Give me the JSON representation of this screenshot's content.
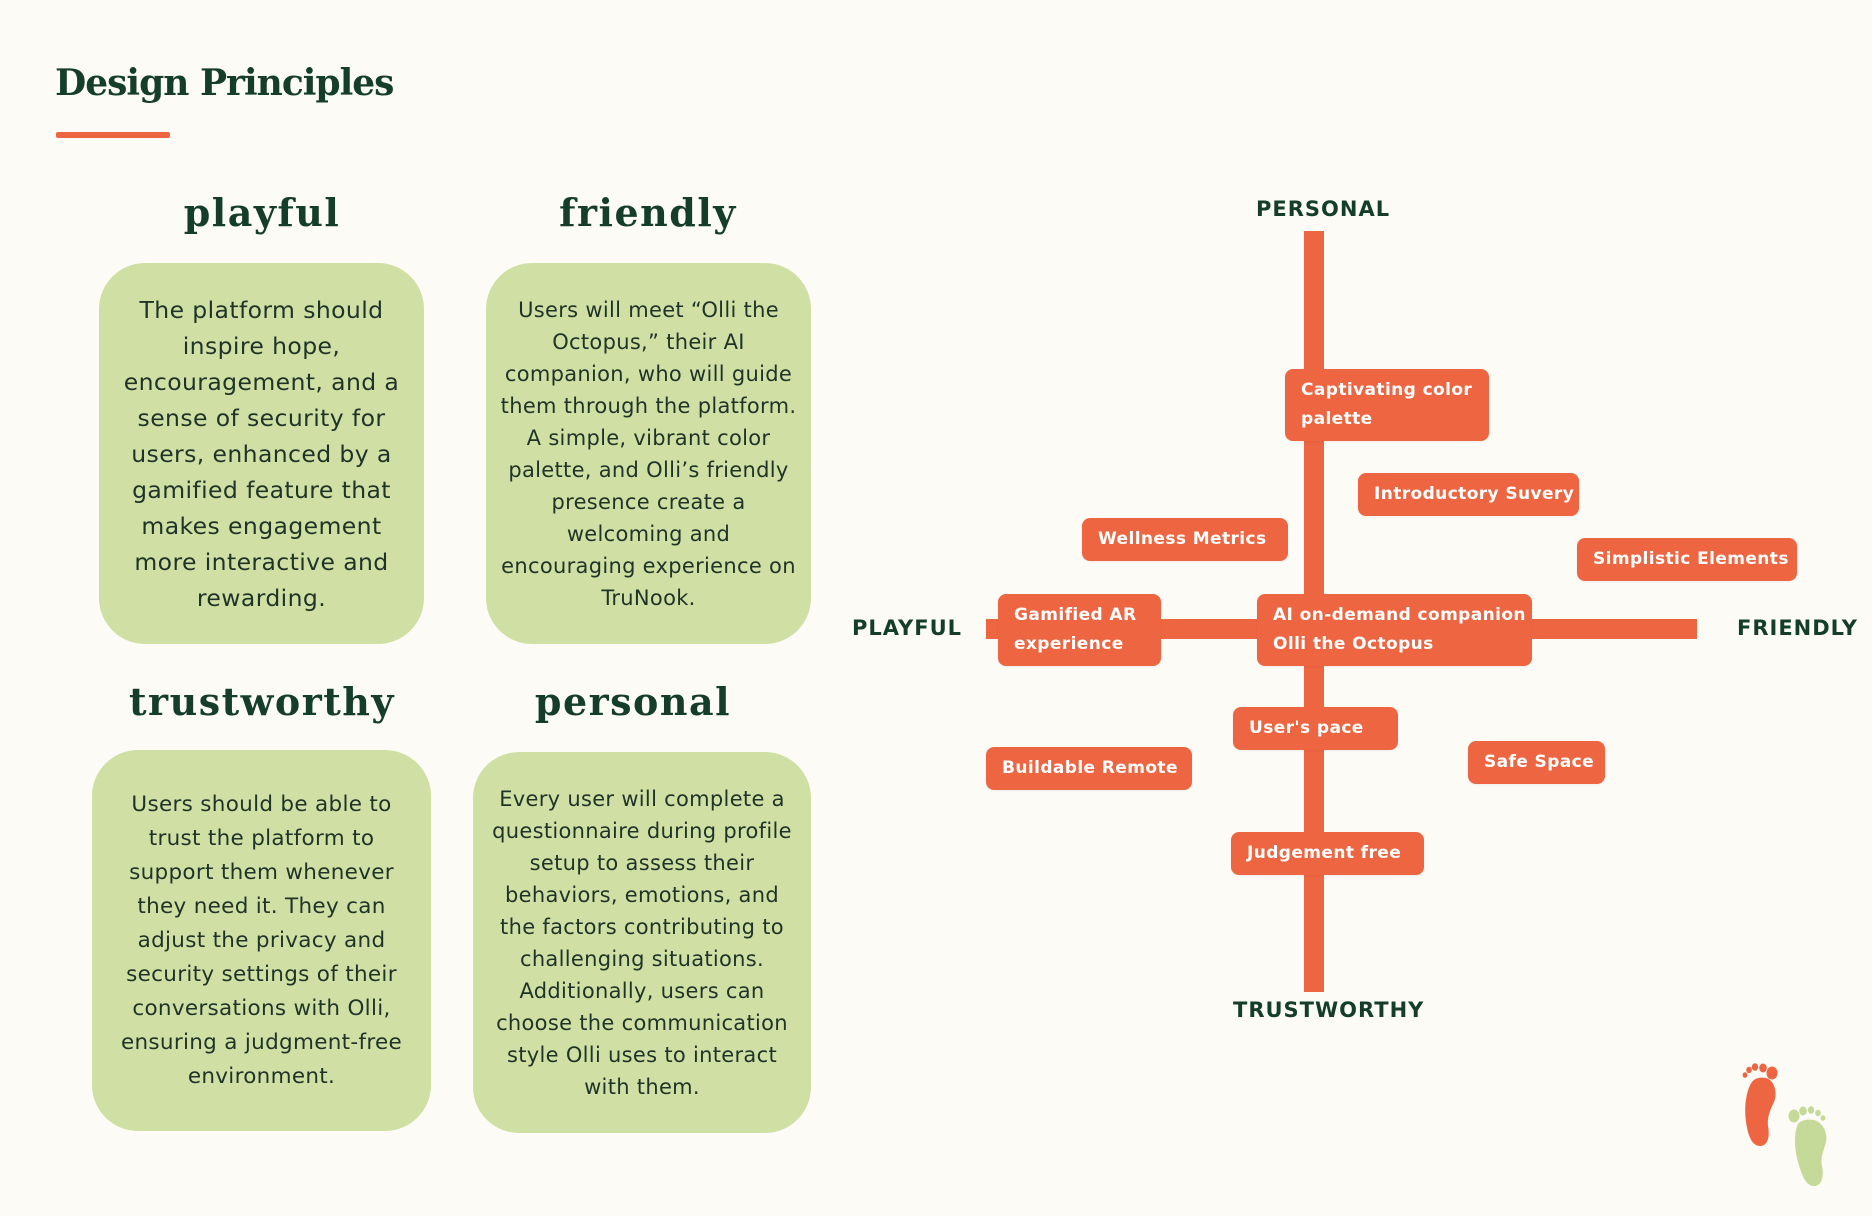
{
  "page": {
    "title": "Design Principles"
  },
  "principles": [
    {
      "heading": "playful",
      "text": "The platform should inspire hope, encouragement, and a sense of security for users, enhanced by a gamified feature that makes engagement more interactive and rewarding."
    },
    {
      "heading": "friendly",
      "text": "Users will meet “Olli the Octopus,” their AI companion, who will guide them through the platform. A simple, vibrant color palette, and Olli’s friendly presence create a welcoming and encouraging experience on TruNook."
    },
    {
      "heading": "trustworthy",
      "text": "Users should be able to trust the platform to support them whenever they need it. They can adjust the privacy and security settings of their conversations with Olli, ensuring a judgment-free environment."
    },
    {
      "heading": "personal",
      "text": "Every user will complete a questionnaire during profile setup to assess their behaviors, emotions, and the factors contributing to challenging situations. Additionally, users can choose the communication style Olli uses to interact with them."
    }
  ],
  "matrix": {
    "axes": {
      "top": "PERSONAL",
      "bottom": "TRUSTWORTHY",
      "left": "PLAYFUL",
      "right": "FRIENDLY"
    },
    "tags": [
      {
        "line1": "Captivating color",
        "line2": "palette"
      },
      {
        "line1": "Introductory Suvery",
        "line2": ""
      },
      {
        "line1": "Wellness Metrics",
        "line2": ""
      },
      {
        "line1": "Simplistic Elements",
        "line2": ""
      },
      {
        "line1": "Gamified AR",
        "line2": "experience"
      },
      {
        "line1": "AI on-demand companion",
        "line2": "Olli the Octopus"
      },
      {
        "line1": "User's pace",
        "line2": ""
      },
      {
        "line1": "Buildable Remote",
        "line2": ""
      },
      {
        "line1": "Safe Space",
        "line2": ""
      },
      {
        "line1": "Judgement free",
        "line2": ""
      }
    ]
  },
  "colors": {
    "accent": "#ed6641",
    "card": "#d0e0a4",
    "heading": "#153d2c",
    "background": "#fdfbf6",
    "footprint_light": "#c5da98"
  },
  "icons": [
    "footprints-icon"
  ]
}
